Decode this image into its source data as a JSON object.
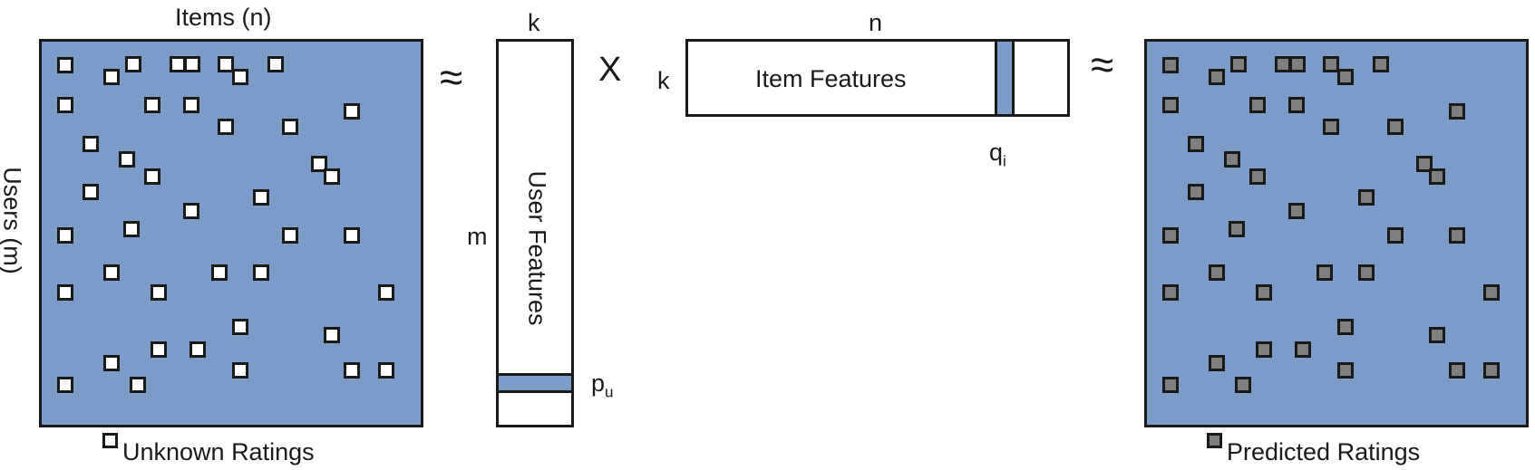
{
  "labels": {
    "items_axis": "Items (n)",
    "users_axis": "Users (m)",
    "k_top": "k",
    "m_side": "m",
    "n_top": "n",
    "k_side": "k",
    "user_features": "User Features",
    "item_features": "Item Features",
    "pu": "p",
    "pu_sub": "u",
    "qi": "q",
    "qi_sub": "i",
    "approx1": "≈",
    "times": "X",
    "approx2": "≈",
    "legend_unknown": "Unknown Ratings",
    "legend_predicted": "Predicted Ratings"
  },
  "colors": {
    "matrix_fill": "#7b9cc8",
    "unknown_cell": "#ffffff",
    "predicted_cell": "#7f7f7f",
    "border": "#1a1a1a"
  }
}
